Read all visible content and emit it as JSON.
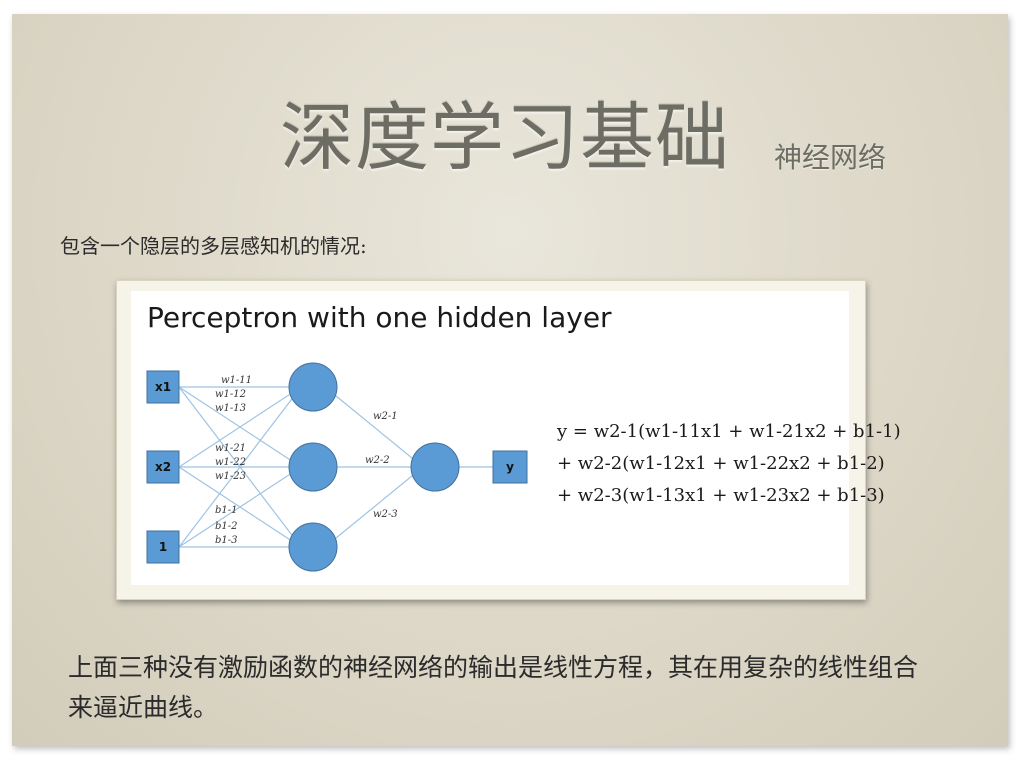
{
  "slide": {
    "title": "深度学习基础",
    "subtitle": "神经网络",
    "intro": "包含一个隐层的多层感知机的情况:",
    "conclusion": "上面三种没有激励函数的神经网络的输出是线性方程，其在用复杂的线性组合来逼近曲线。"
  },
  "figure": {
    "title": "Perceptron with one hidden layer",
    "inputs": [
      "x1",
      "x2",
      "1"
    ],
    "output": "y",
    "weight_labels": {
      "w1_11": "w1-11",
      "w1_12": "w1-12",
      "w1_13": "w1-13",
      "w1_21": "w1-21",
      "w1_22": "w1-22",
      "w1_23": "w1-23",
      "b1_1": "b1-1",
      "b1_2": "b1-2",
      "b1_3": "b1-3",
      "w2_1": "w2-1",
      "w2_2": "w2-2",
      "w2_3": "w2-3"
    },
    "equation": [
      "y = w2-1(w1-11x1 + w1-21x2 + b1-1)",
      "+ w2-2(w1-12x1 + w1-22x2 + b1-2)",
      "+ w2-3(w1-13x1 + w1-23x2 + b1-3)"
    ],
    "colors": {
      "node_fill": "#5b9bd5",
      "node_stroke": "#41719c",
      "edge": "#9dc3e6"
    }
  }
}
